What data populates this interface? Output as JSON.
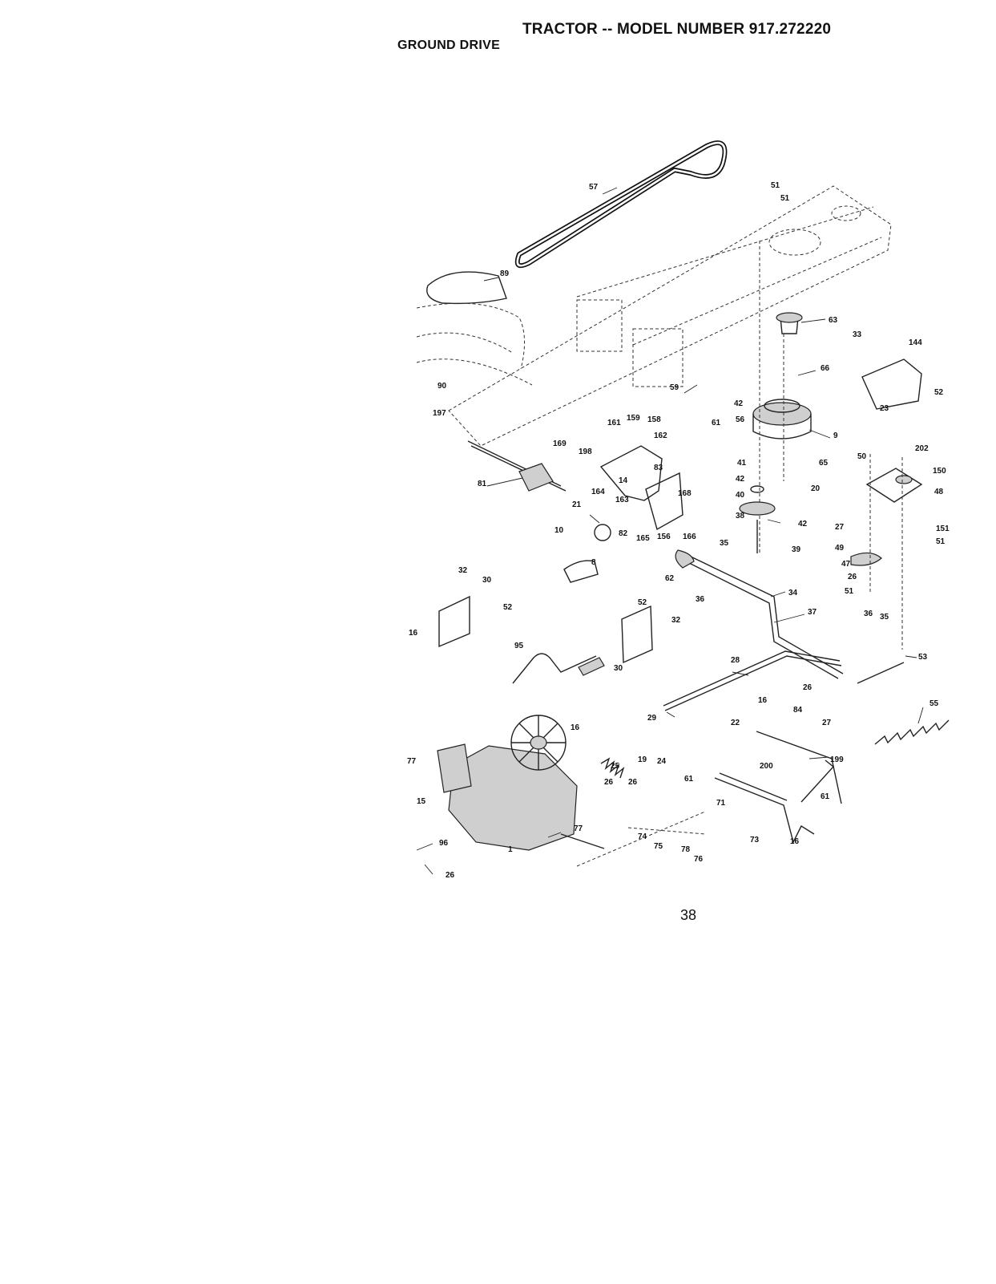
{
  "header": {
    "title": "TRACTOR -- MODEL NUMBER 917.272220",
    "section": "GROUND DRIVE"
  },
  "page_number": "38",
  "callouts": [
    {
      "label": "57"
    },
    {
      "label": "51"
    },
    {
      "label": "51"
    },
    {
      "label": "89"
    },
    {
      "label": "63"
    },
    {
      "label": "33"
    },
    {
      "label": "144"
    },
    {
      "label": "66"
    },
    {
      "label": "52"
    },
    {
      "label": "23"
    },
    {
      "label": "90"
    },
    {
      "label": "59"
    },
    {
      "label": "42"
    },
    {
      "label": "56"
    },
    {
      "label": "9"
    },
    {
      "label": "197"
    },
    {
      "label": "161"
    },
    {
      "label": "159"
    },
    {
      "label": "158"
    },
    {
      "label": "61"
    },
    {
      "label": "162"
    },
    {
      "label": "169"
    },
    {
      "label": "198"
    },
    {
      "label": "41"
    },
    {
      "label": "65"
    },
    {
      "label": "50"
    },
    {
      "label": "202"
    },
    {
      "label": "150"
    },
    {
      "label": "83"
    },
    {
      "label": "42"
    },
    {
      "label": "81"
    },
    {
      "label": "164"
    },
    {
      "label": "14"
    },
    {
      "label": "20"
    },
    {
      "label": "40"
    },
    {
      "label": "48"
    },
    {
      "label": "163"
    },
    {
      "label": "168"
    },
    {
      "label": "21"
    },
    {
      "label": "38"
    },
    {
      "label": "42"
    },
    {
      "label": "27"
    },
    {
      "label": "151"
    },
    {
      "label": "10"
    },
    {
      "label": "82"
    },
    {
      "label": "165"
    },
    {
      "label": "156"
    },
    {
      "label": "166"
    },
    {
      "label": "35"
    },
    {
      "label": "51"
    },
    {
      "label": "49"
    },
    {
      "label": "39"
    },
    {
      "label": "8"
    },
    {
      "label": "47"
    },
    {
      "label": "26"
    },
    {
      "label": "62"
    },
    {
      "label": "32"
    },
    {
      "label": "30"
    },
    {
      "label": "51"
    },
    {
      "label": "36"
    },
    {
      "label": "34"
    },
    {
      "label": "52"
    },
    {
      "label": "52"
    },
    {
      "label": "37"
    },
    {
      "label": "36"
    },
    {
      "label": "35"
    },
    {
      "label": "32"
    },
    {
      "label": "16"
    },
    {
      "label": "95"
    },
    {
      "label": "53"
    },
    {
      "label": "30"
    },
    {
      "label": "28"
    },
    {
      "label": "26"
    },
    {
      "label": "55"
    },
    {
      "label": "29"
    },
    {
      "label": "16"
    },
    {
      "label": "84"
    },
    {
      "label": "22"
    },
    {
      "label": "27"
    },
    {
      "label": "16"
    },
    {
      "label": "199"
    },
    {
      "label": "25"
    },
    {
      "label": "19"
    },
    {
      "label": "24"
    },
    {
      "label": "77"
    },
    {
      "label": "200"
    },
    {
      "label": "26"
    },
    {
      "label": "26"
    },
    {
      "label": "61"
    },
    {
      "label": "15"
    },
    {
      "label": "71"
    },
    {
      "label": "61"
    },
    {
      "label": "77"
    },
    {
      "label": "74"
    },
    {
      "label": "75"
    },
    {
      "label": "78"
    },
    {
      "label": "73"
    },
    {
      "label": "16"
    },
    {
      "label": "96"
    },
    {
      "label": "1"
    },
    {
      "label": "76"
    },
    {
      "label": "26"
    }
  ]
}
